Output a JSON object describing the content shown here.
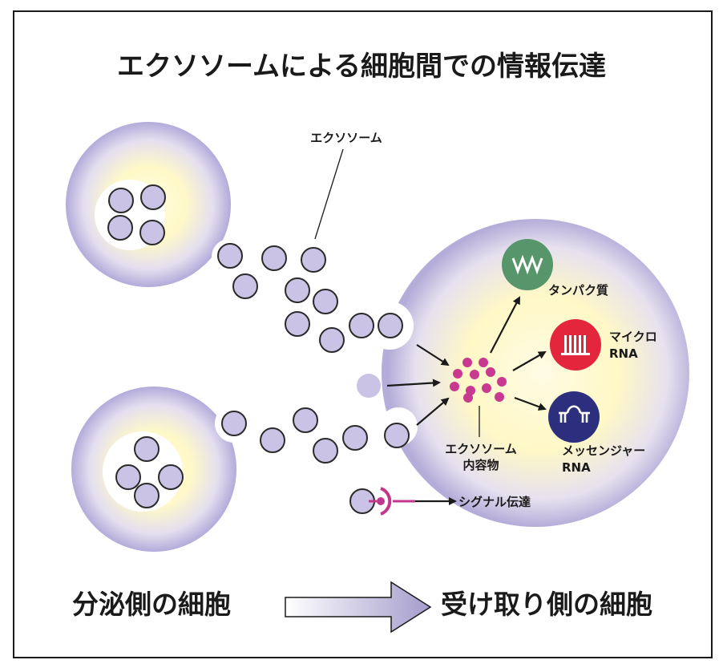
{
  "title": "エクソソームによる細胞間での情報伝達",
  "labels": {
    "exosome": "エクソソーム",
    "contents_line1": "エクソソーム",
    "contents_line2": "内容物",
    "protein": "タンパク質",
    "microrna_line1": "マイクロ",
    "microrna_line2": "RNA",
    "mrna_line1": "メッセンジャー",
    "mrna_line2": "RNA",
    "signal": "シグナル伝達"
  },
  "bottom": {
    "secreting_cell": "分泌側の細胞",
    "receiving_cell": "受け取り側の細胞"
  },
  "colors": {
    "vesicle_fill": "#cbc3e6",
    "vesicle_stroke": "#2a2a2a",
    "cell_rim": "#b8b0de",
    "cell_core": "#fffbd6",
    "contents_dot": "#c8398f",
    "protein_green": "#57956a",
    "microrna_red": "#e3263b",
    "mrna_navy": "#2b2f7d",
    "signal_magenta": "#c2378c",
    "frame": "#1a1a1a"
  }
}
